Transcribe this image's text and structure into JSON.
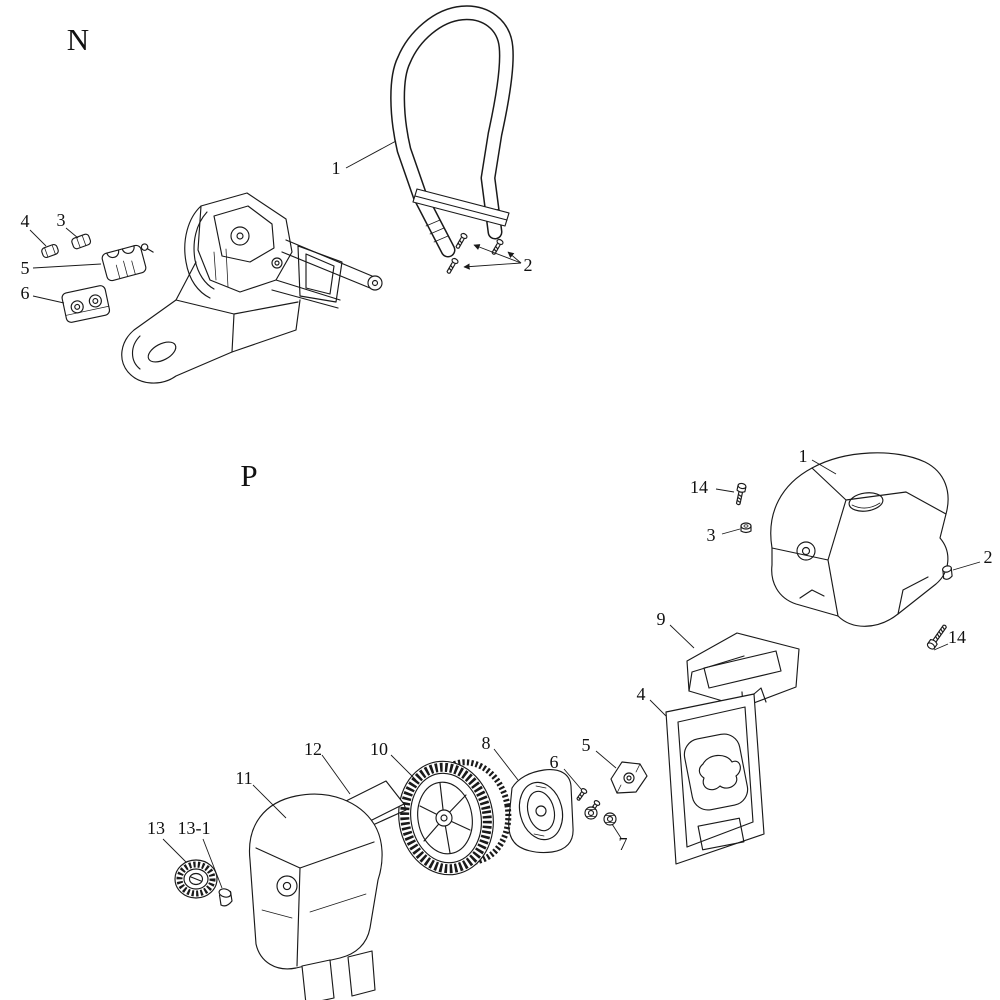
{
  "colors": {
    "line": "#1a1a1a",
    "background": "#ffffff"
  },
  "section_n": {
    "label": "N",
    "callouts": {
      "p1": "1",
      "p2": "2",
      "p3": "3",
      "p4": "4",
      "p5": "5",
      "p6": "6"
    }
  },
  "section_p": {
    "label": "P",
    "callouts": {
      "p1": "1",
      "p2": "2",
      "p3": "3",
      "p4": "4",
      "p5": "5",
      "p6": "6",
      "p7": "7",
      "p8": "8",
      "p9": "9",
      "p10": "10",
      "p11": "11",
      "p12": "12",
      "p13": "13",
      "p13_1": "13-1",
      "p14_top": "14",
      "p14_right": "14"
    }
  }
}
